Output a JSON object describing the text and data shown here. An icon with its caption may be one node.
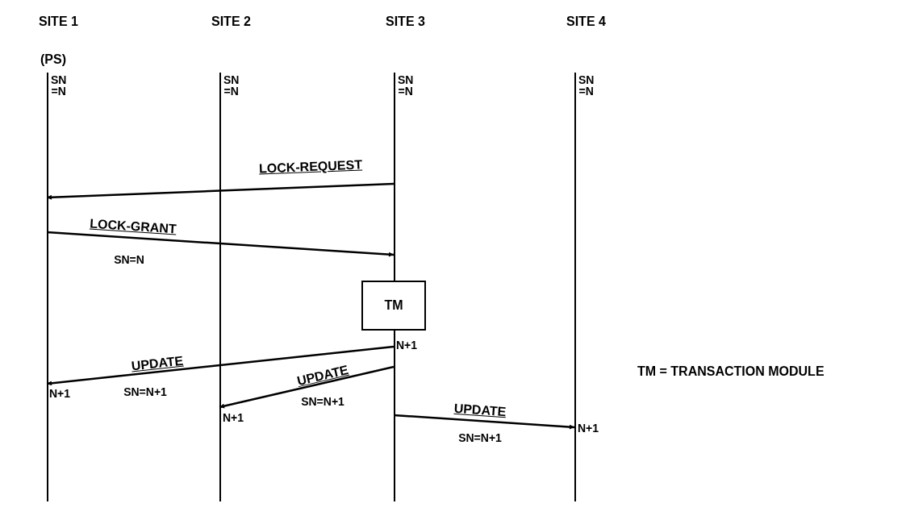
{
  "diagram": {
    "nodes": [
      {
        "text": [
          "SITE 1",
          "(PS)"
        ],
        "beside": [
          "SN =N"
        ]
      },
      {
        "text": [
          "SITE 2"
        ],
        "beside": [
          "SN =N"
        ]
      },
      {
        "text": [
          "SITE 3"
        ],
        "beside": [
          "SN =N"
        ]
      },
      {
        "text": [
          "SITE 4"
        ],
        "beside": [
          "SN =N"
        ]
      },
      {
        "text": [
          "TM"
        ]
      }
    ],
    "edges": [
      {
        "from": 2,
        "to": 0,
        "arrow": "to",
        "label": "LOCK-REQUEST"
      },
      {
        "from": 0,
        "to": 2,
        "arrow": "to",
        "label": "LOCK-GRANT"
      },
      {
        "from": 2,
        "to": 0,
        "arrow": "to",
        "label": "UPDATE"
      },
      {
        "from": 2,
        "to": 1,
        "arrow": "to",
        "label": "UPDATE"
      },
      {
        "from": 2,
        "to": 3,
        "arrow": "to",
        "label": "UPDATE"
      }
    ],
    "labels": [
      "SN=N",
      "N+1",
      "N+1",
      "SN=N+1",
      "N+1",
      "SN=N+1",
      "SN=N+1",
      "N+1",
      "TM = TRANSACTION MODULE"
    ]
  }
}
